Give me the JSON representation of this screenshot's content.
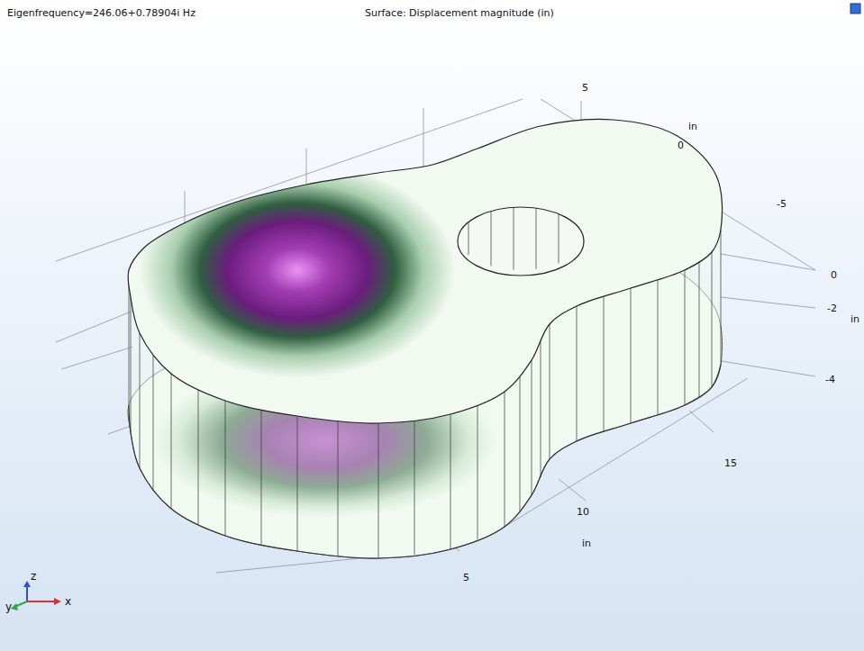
{
  "diagram": {
    "labels": [
      "Eigenfrequency=246.06+0.78904i Hz",
      "Surface: Displacement magnitude (in)",
      "5",
      "in",
      "0",
      "-5",
      "0",
      "-2",
      "in",
      "-4",
      "15",
      "10",
      "in",
      "5",
      "y",
      "z",
      "x"
    ]
  }
}
